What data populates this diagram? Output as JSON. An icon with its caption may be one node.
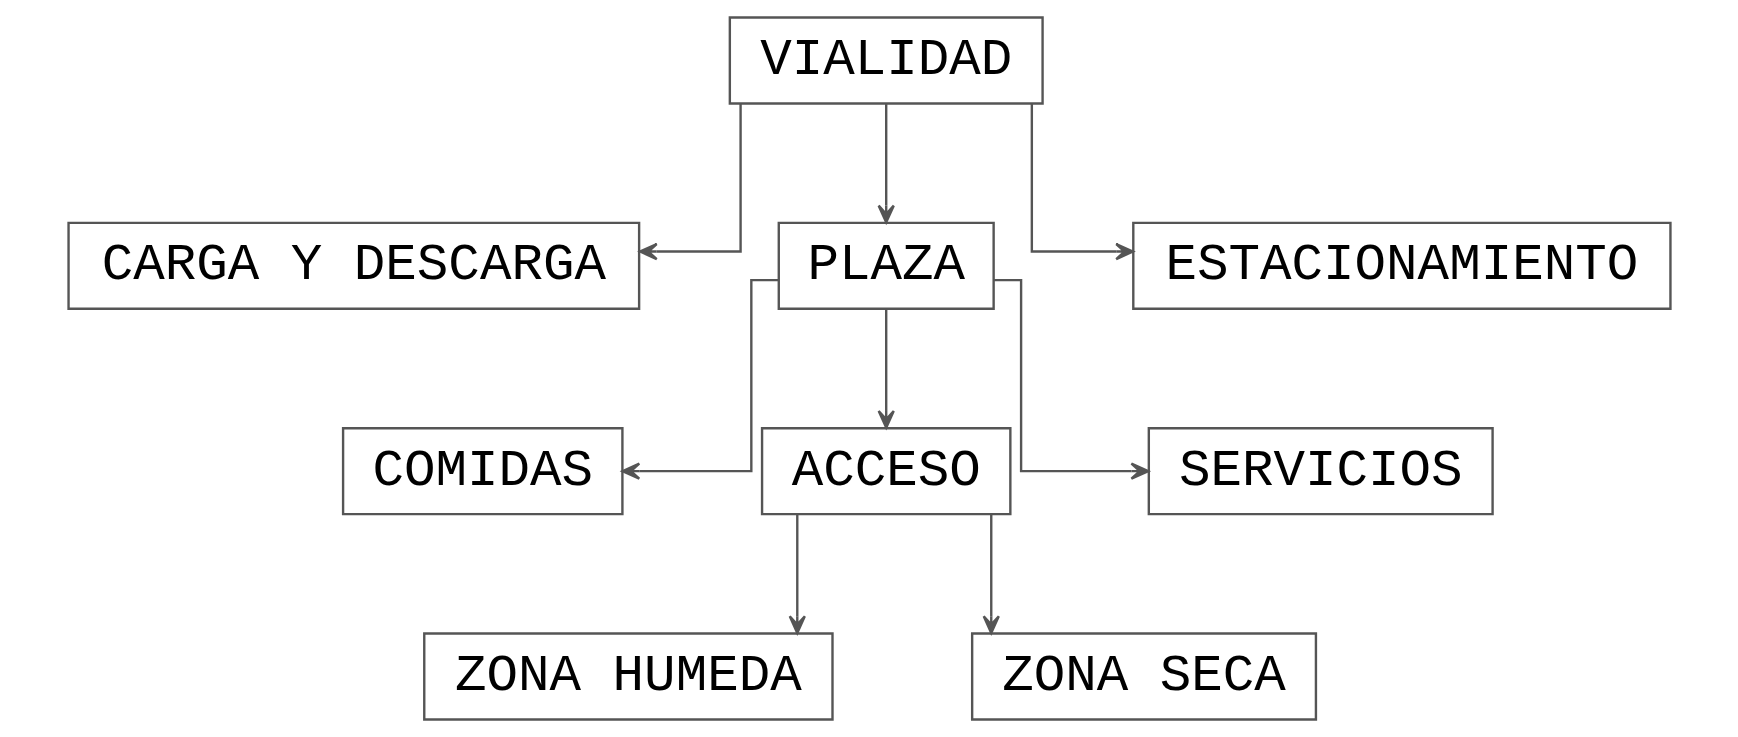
{
  "diagram": {
    "nodes": [
      {
        "text": [
          "VIALIDAD"
        ]
      },
      {
        "text": [
          "CARGA Y DESCARGA"
        ]
      },
      {
        "text": [
          "PLAZA"
        ]
      },
      {
        "text": [
          "ESTACIONAMIENTO"
        ]
      },
      {
        "text": [
          "COMIDAS"
        ]
      },
      {
        "text": [
          "ACCESO"
        ]
      },
      {
        "text": [
          "SERVICIOS"
        ]
      },
      {
        "text": [
          "ZONA HUMEDA"
        ]
      },
      {
        "text": [
          "ZONA SECA"
        ]
      }
    ],
    "edges": [
      {
        "from": 0,
        "to": 1,
        "arrow": "to"
      },
      {
        "from": 0,
        "to": 2,
        "arrow": "to"
      },
      {
        "from": 0,
        "to": 3,
        "arrow": "to"
      },
      {
        "from": 2,
        "to": 4,
        "arrow": "to"
      },
      {
        "from": 2,
        "to": 5,
        "arrow": "to"
      },
      {
        "from": 2,
        "to": 6,
        "arrow": "to"
      },
      {
        "from": 5,
        "to": 7,
        "arrow": "to"
      },
      {
        "from": 5,
        "to": 8,
        "arrow": "to"
      }
    ]
  }
}
